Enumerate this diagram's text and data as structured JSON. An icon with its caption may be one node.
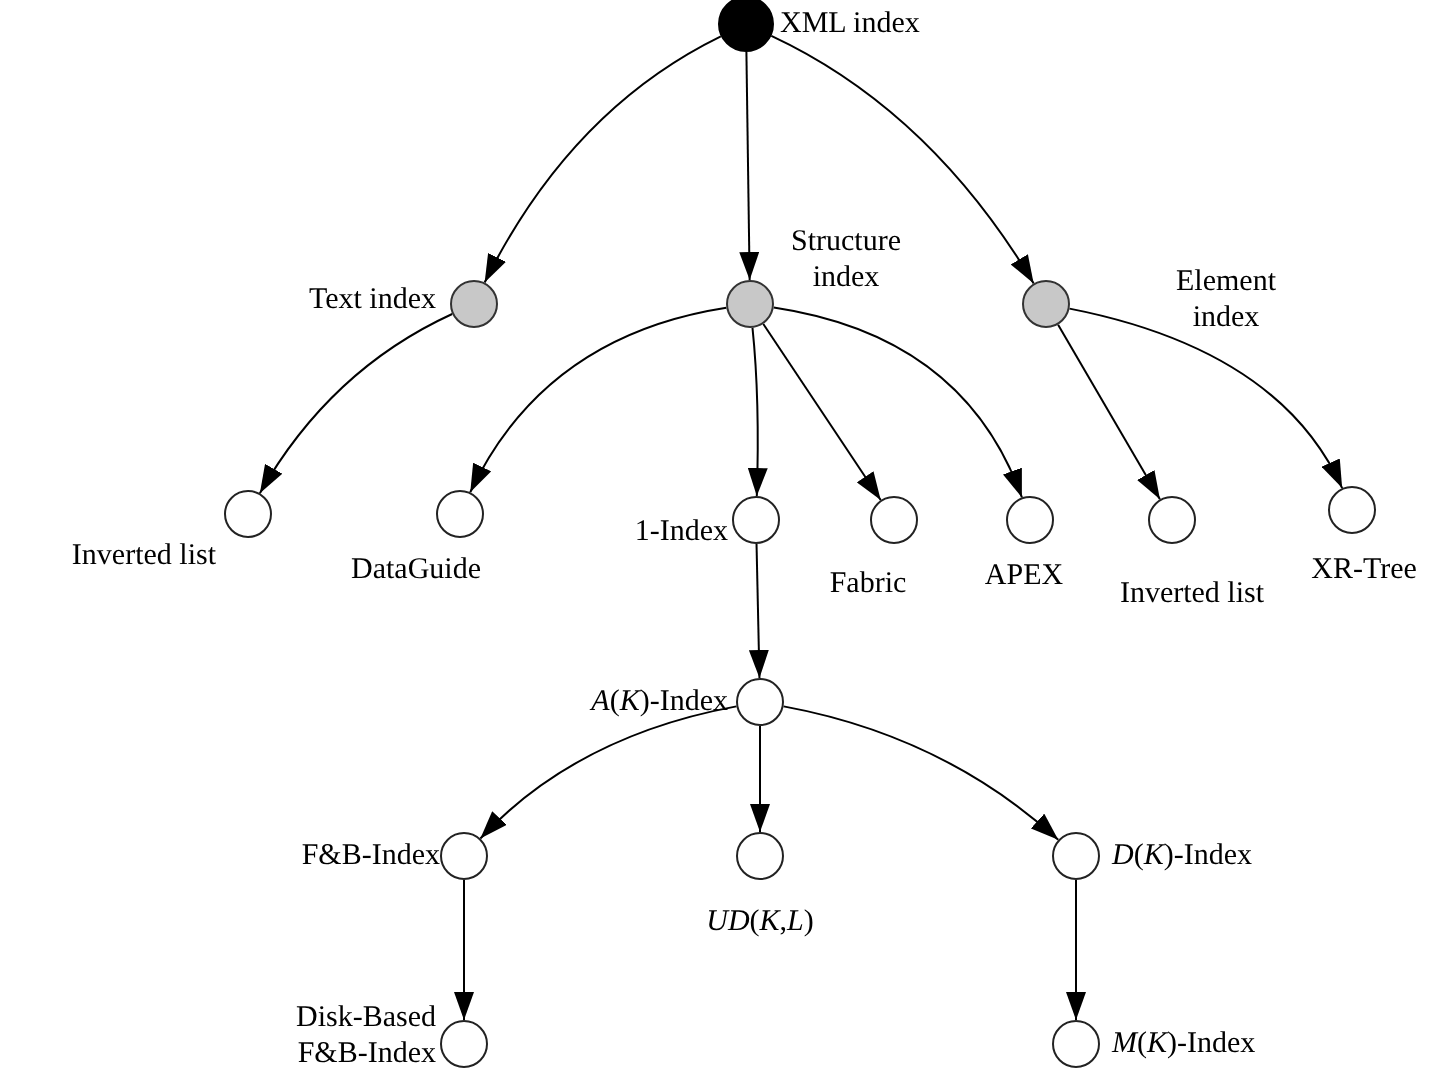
{
  "diagram": {
    "nodes": [
      {
        "text": [
          "XML index"
        ]
      },
      {
        "text": [
          "Text index"
        ]
      },
      {
        "text": [
          "Structure index"
        ]
      },
      {
        "text": [
          "Element index"
        ]
      },
      {
        "text": [
          "Inverted list"
        ]
      },
      {
        "text": [
          "DataGuide"
        ]
      },
      {
        "text": [
          "1-Index"
        ]
      },
      {
        "text": [
          "Fabric"
        ]
      },
      {
        "text": [
          "APEX"
        ]
      },
      {
        "text": [
          "Inverted list"
        ]
      },
      {
        "text": [
          "XR-Tree"
        ]
      },
      {
        "text": [
          "*A*(*K*)-Index"
        ]
      },
      {
        "text": [
          "F&B-Index"
        ]
      },
      {
        "text": [
          "*UD*(*K*,*L*)"
        ]
      },
      {
        "text": [
          "*D*(*K*)-Index"
        ]
      },
      {
        "text": [
          "Disk-Based F&B-Index"
        ]
      },
      {
        "text": [
          "*M*(*K*)-Index"
        ]
      }
    ],
    "edges": [
      {
        "from": 0,
        "to": 1,
        "arrow": "to"
      },
      {
        "from": 0,
        "to": 2,
        "arrow": "to"
      },
      {
        "from": 0,
        "to": 3,
        "arrow": "to"
      },
      {
        "from": 1,
        "to": 4,
        "arrow": "to"
      },
      {
        "from": 2,
        "to": 5,
        "arrow": "to"
      },
      {
        "from": 2,
        "to": 6,
        "arrow": "to"
      },
      {
        "from": 2,
        "to": 7,
        "arrow": "to"
      },
      {
        "from": 2,
        "to": 8,
        "arrow": "to"
      },
      {
        "from": 3,
        "to": 9,
        "arrow": "to"
      },
      {
        "from": 3,
        "to": 10,
        "arrow": "to"
      },
      {
        "from": 6,
        "to": 11,
        "arrow": "to"
      },
      {
        "from": 11,
        "to": 12,
        "arrow": "to"
      },
      {
        "from": 11,
        "to": 13,
        "arrow": "to"
      },
      {
        "from": 11,
        "to": 14,
        "arrow": "to"
      },
      {
        "from": 12,
        "to": 15,
        "arrow": "to"
      },
      {
        "from": 14,
        "to": 16,
        "arrow": "to"
      }
    ]
  }
}
